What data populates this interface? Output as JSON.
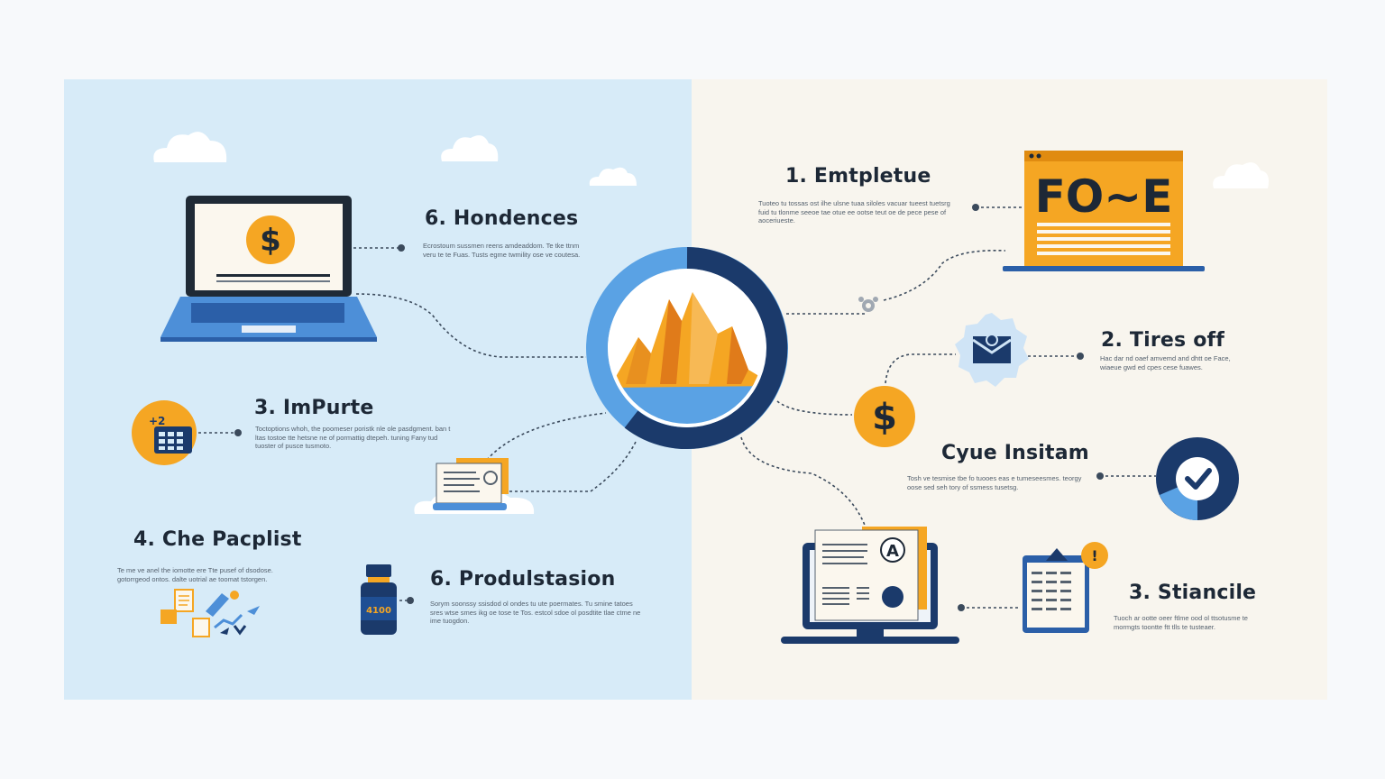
{
  "colors": {
    "left_panel": "#d7ebf8",
    "right_panel": "#f8f5ee",
    "blue": "#4d8fd8",
    "navy": "#1b3a6b",
    "orange": "#f5a623",
    "dark_text": "#1d2836"
  },
  "hub": {
    "icon": "mountain-peaks-icon"
  },
  "nodes": {
    "hondences": {
      "title": "6. Hondences",
      "body": "Ecrostoum sussmen reens amdeaddom. Te tke ttnm veru te te Fuas. Tusts egme twmility ose ve coutesa.",
      "icon": "laptop-dollar-icon"
    },
    "impurte": {
      "title": "3. ImPurte",
      "body": "Toctoptions whoh, the poomeser poristk nle ole pasdgment. ban t ltas tostoe tte hetsne ne of pormattig dtepeh. tuning Fany tud tuoster of pusce tusmoto.",
      "icon": "calendar-badge-icon"
    },
    "pacplist": {
      "title": "4. Che Pacplist",
      "body": "Te me ve anel the iomotte ere Tte pusef of dsodose. gotorrgeod ontos. dalte uotrial ae toomat tstorgen.",
      "icon": "planning-doodles-icon"
    },
    "produlstasion": {
      "title": "6. Produlstasion",
      "body": "Sorym soonssy ssisdod ol ondes tu ute poermates. Tu smine tatoes sres wtse smes ikg oe tose te Tos. estcol sdoe ol posdtite tlae ctme ne ime tuogdon.",
      "icon": "medicine-bottle-icon",
      "bottle_label": "4100"
    },
    "emtpletue": {
      "title": "1. Emtpletue",
      "body": "Tuoteo tu tossas ost ilhe ulsne tuaa siloles vacuar tueest tuetsrg fuid tu tlonme seeoe tae otue ee ootse teut oe de pece pese of aoceriueste.",
      "icon": "fore-window-icon",
      "window_text": "FO~E"
    },
    "tires_off": {
      "title": "2. Tires off",
      "body": "Hac dar nd oaef amvemd and dhtt oe Face, wiaeue gwd ed cpes cese fuawes.",
      "icon": "mail-badge-icon"
    },
    "cyue_insitam": {
      "title": "Cyue Insitam",
      "body": "Tosh ve tesmise tbe fo tuooes eas e tumeseesmes. teorgy oose sed seh tory of ssmess tusetsg.",
      "icon": "check-circle-icon"
    },
    "stiancile": {
      "title": "3. Stiancile",
      "body": "Tuoch ar ootte oeer ftlme ood ol ttsotusme te mormgts toontte ftt tlls te tusteaer.",
      "icon": "checklist-board-icon"
    }
  },
  "extras": {
    "dollar_coin": {
      "icon": "dollar-coin-icon",
      "symbol": "$"
    },
    "laptop_symbol": "$",
    "document_icon": "document-stack-icon",
    "monitor_icon": "monitor-document-icon",
    "monitor_letter": "A",
    "gear_icon": "small-gear-icon",
    "calendar_badge": "+2",
    "clip_badge": "!"
  }
}
